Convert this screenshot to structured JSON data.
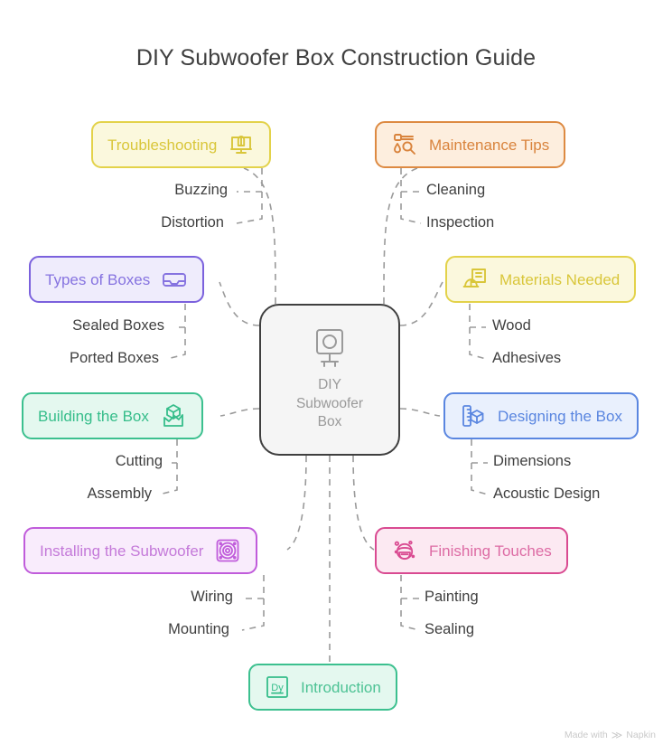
{
  "title": "DIY Subwoofer Box Construction Guide",
  "center": {
    "label": "DIY\nSubwoofer\nBox",
    "line1": "DIY",
    "line2": "Subwoofer",
    "line3": "Box",
    "icon": "speaker-monitor-icon",
    "fill": "#f5f5f5",
    "border": "#3f3f3f",
    "text_color": "#9a9a9a"
  },
  "branches": [
    {
      "id": "troubleshooting",
      "label": "Troubleshooting",
      "icon": "wrench-monitor-icon",
      "icon_side": "right",
      "color": "#e0cf3c",
      "border": "#e3d24a",
      "fill": "#fbf8dd",
      "text_color": "#d9c63a",
      "children": [
        "Buzzing",
        "Distortion"
      ]
    },
    {
      "id": "maintenance-tips",
      "label": "Maintenance Tips",
      "icon": "oil-wrench-icon",
      "icon_side": "left",
      "color": "#d9833c",
      "border": "#dd8a42",
      "fill": "#fdeede",
      "text_color": "#d9833c",
      "children": [
        "Cleaning",
        "Inspection"
      ]
    },
    {
      "id": "types-of-boxes",
      "label": "Types of Boxes",
      "icon": "inbox-tray-icon",
      "icon_side": "right",
      "color": "#7b61dd",
      "border": "#7b61dd",
      "fill": "#efecfc",
      "text_color": "#8673e0",
      "children": [
        "Sealed Boxes",
        "Ported Boxes"
      ]
    },
    {
      "id": "materials-needed",
      "label": "Materials Needed",
      "icon": "hardhat-building-icon",
      "icon_side": "left",
      "color": "#e0cf3c",
      "border": "#e3d24a",
      "fill": "#fbf8dd",
      "text_color": "#d9c63a",
      "children": [
        "Wood",
        "Adhesives"
      ]
    },
    {
      "id": "building-the-box",
      "label": "Building the Box",
      "icon": "box-chart-icon",
      "icon_side": "right",
      "color": "#35bd8a",
      "border": "#3cc08f",
      "fill": "#e4f8ef",
      "text_color": "#35bd8a",
      "children": [
        "Cutting",
        "Assembly"
      ]
    },
    {
      "id": "designing-the-box",
      "label": "Designing the Box",
      "icon": "ruler-cube-icon",
      "icon_side": "left",
      "color": "#5a86e0",
      "border": "#5a86e0",
      "fill": "#e9f0fd",
      "text_color": "#5a86e0",
      "children": [
        "Dimensions",
        "Acoustic Design"
      ]
    },
    {
      "id": "installing-the-subwoofer",
      "label": "Installing the Subwoofer",
      "icon": "speaker-driver-icon",
      "icon_side": "right",
      "color": "#bd59d8",
      "border": "#c05cdb",
      "fill": "#f9ecfc",
      "text_color": "#c479d9",
      "children": [
        "Wiring",
        "Mounting"
      ]
    },
    {
      "id": "finishing-touches",
      "label": "Finishing Touches",
      "icon": "masked-face-icon",
      "icon_side": "left",
      "color": "#d94a91",
      "border": "#d94a91",
      "fill": "#fce9f2",
      "text_color": "#dd6ba4",
      "children": [
        "Painting",
        "Sealing"
      ]
    },
    {
      "id": "introduction",
      "label": "Introduction",
      "icon": "dy-badge-icon",
      "icon_side": "left",
      "color": "#35bd8a",
      "border": "#3cc08f",
      "fill": "#e4f8ef",
      "text_color": "#4cc294",
      "children": []
    }
  ],
  "leaves": {
    "buzzing": "Buzzing",
    "distortion": "Distortion",
    "cleaning": "Cleaning",
    "inspection": "Inspection",
    "sealed_boxes": "Sealed Boxes",
    "ported_boxes": "Ported Boxes",
    "wood": "Wood",
    "adhesives": "Adhesives",
    "cutting": "Cutting",
    "assembly": "Assembly",
    "dimensions": "Dimensions",
    "acoustic_design": "Acoustic Design",
    "wiring": "Wiring",
    "mounting": "Mounting",
    "painting": "Painting",
    "sealing": "Sealing"
  },
  "watermark": {
    "text": "Made with",
    "mark": "≫",
    "brand": "Napkin"
  },
  "connector": {
    "color": "#9a9a9a",
    "style": "dashed"
  }
}
